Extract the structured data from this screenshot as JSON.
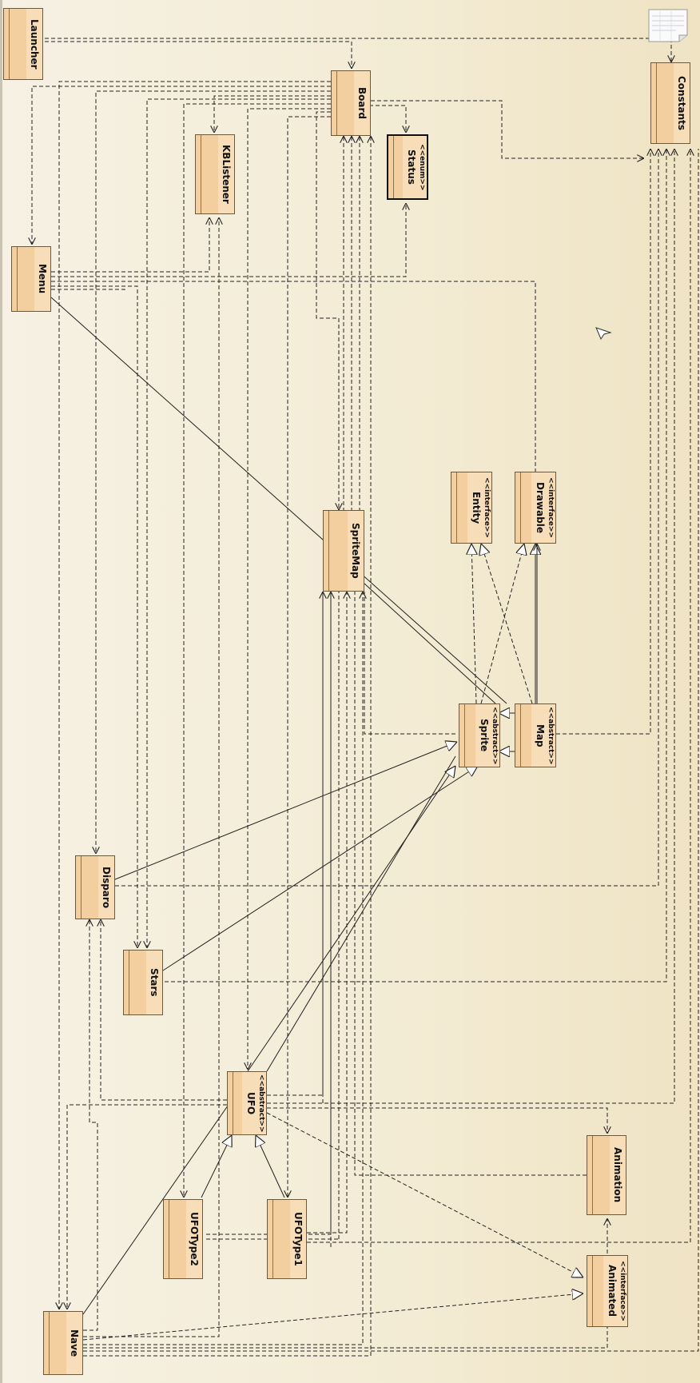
{
  "diagram": {
    "classes": {
      "launcher": {
        "name": "Launcher",
        "stereotype": ""
      },
      "board": {
        "name": "Board",
        "stereotype": ""
      },
      "constants": {
        "name": "Constants",
        "stereotype": ""
      },
      "kblistener": {
        "name": "KBListener",
        "stereotype": ""
      },
      "status": {
        "name": "Status",
        "stereotype": "<<enum>>"
      },
      "menu": {
        "name": "Menu",
        "stereotype": ""
      },
      "entity": {
        "name": "Entity",
        "stereotype": "<<interface>>"
      },
      "drawable": {
        "name": "Drawable",
        "stereotype": "<<interface>>"
      },
      "spritemap": {
        "name": "SpriteMap",
        "stereotype": ""
      },
      "sprite": {
        "name": "Sprite",
        "stereotype": "<<abstract>>"
      },
      "map": {
        "name": "Map",
        "stereotype": "<<abstract>>"
      },
      "disparo": {
        "name": "Disparo",
        "stereotype": ""
      },
      "stars": {
        "name": "Stars",
        "stereotype": ""
      },
      "ufo": {
        "name": "UFO",
        "stereotype": "<<abstract>>"
      },
      "animation": {
        "name": "Animation",
        "stereotype": ""
      },
      "ufotype2": {
        "name": "UFOType2",
        "stereotype": ""
      },
      "ufotype1": {
        "name": "UFOType1",
        "stereotype": ""
      },
      "animated": {
        "name": "Animated",
        "stereotype": "<<interface>>"
      },
      "nave": {
        "name": "Nave",
        "stereotype": ""
      }
    },
    "colors": {
      "class_fill": "#f4d3a8",
      "class_border": "#6d5a3c",
      "line": "#222222"
    }
  }
}
